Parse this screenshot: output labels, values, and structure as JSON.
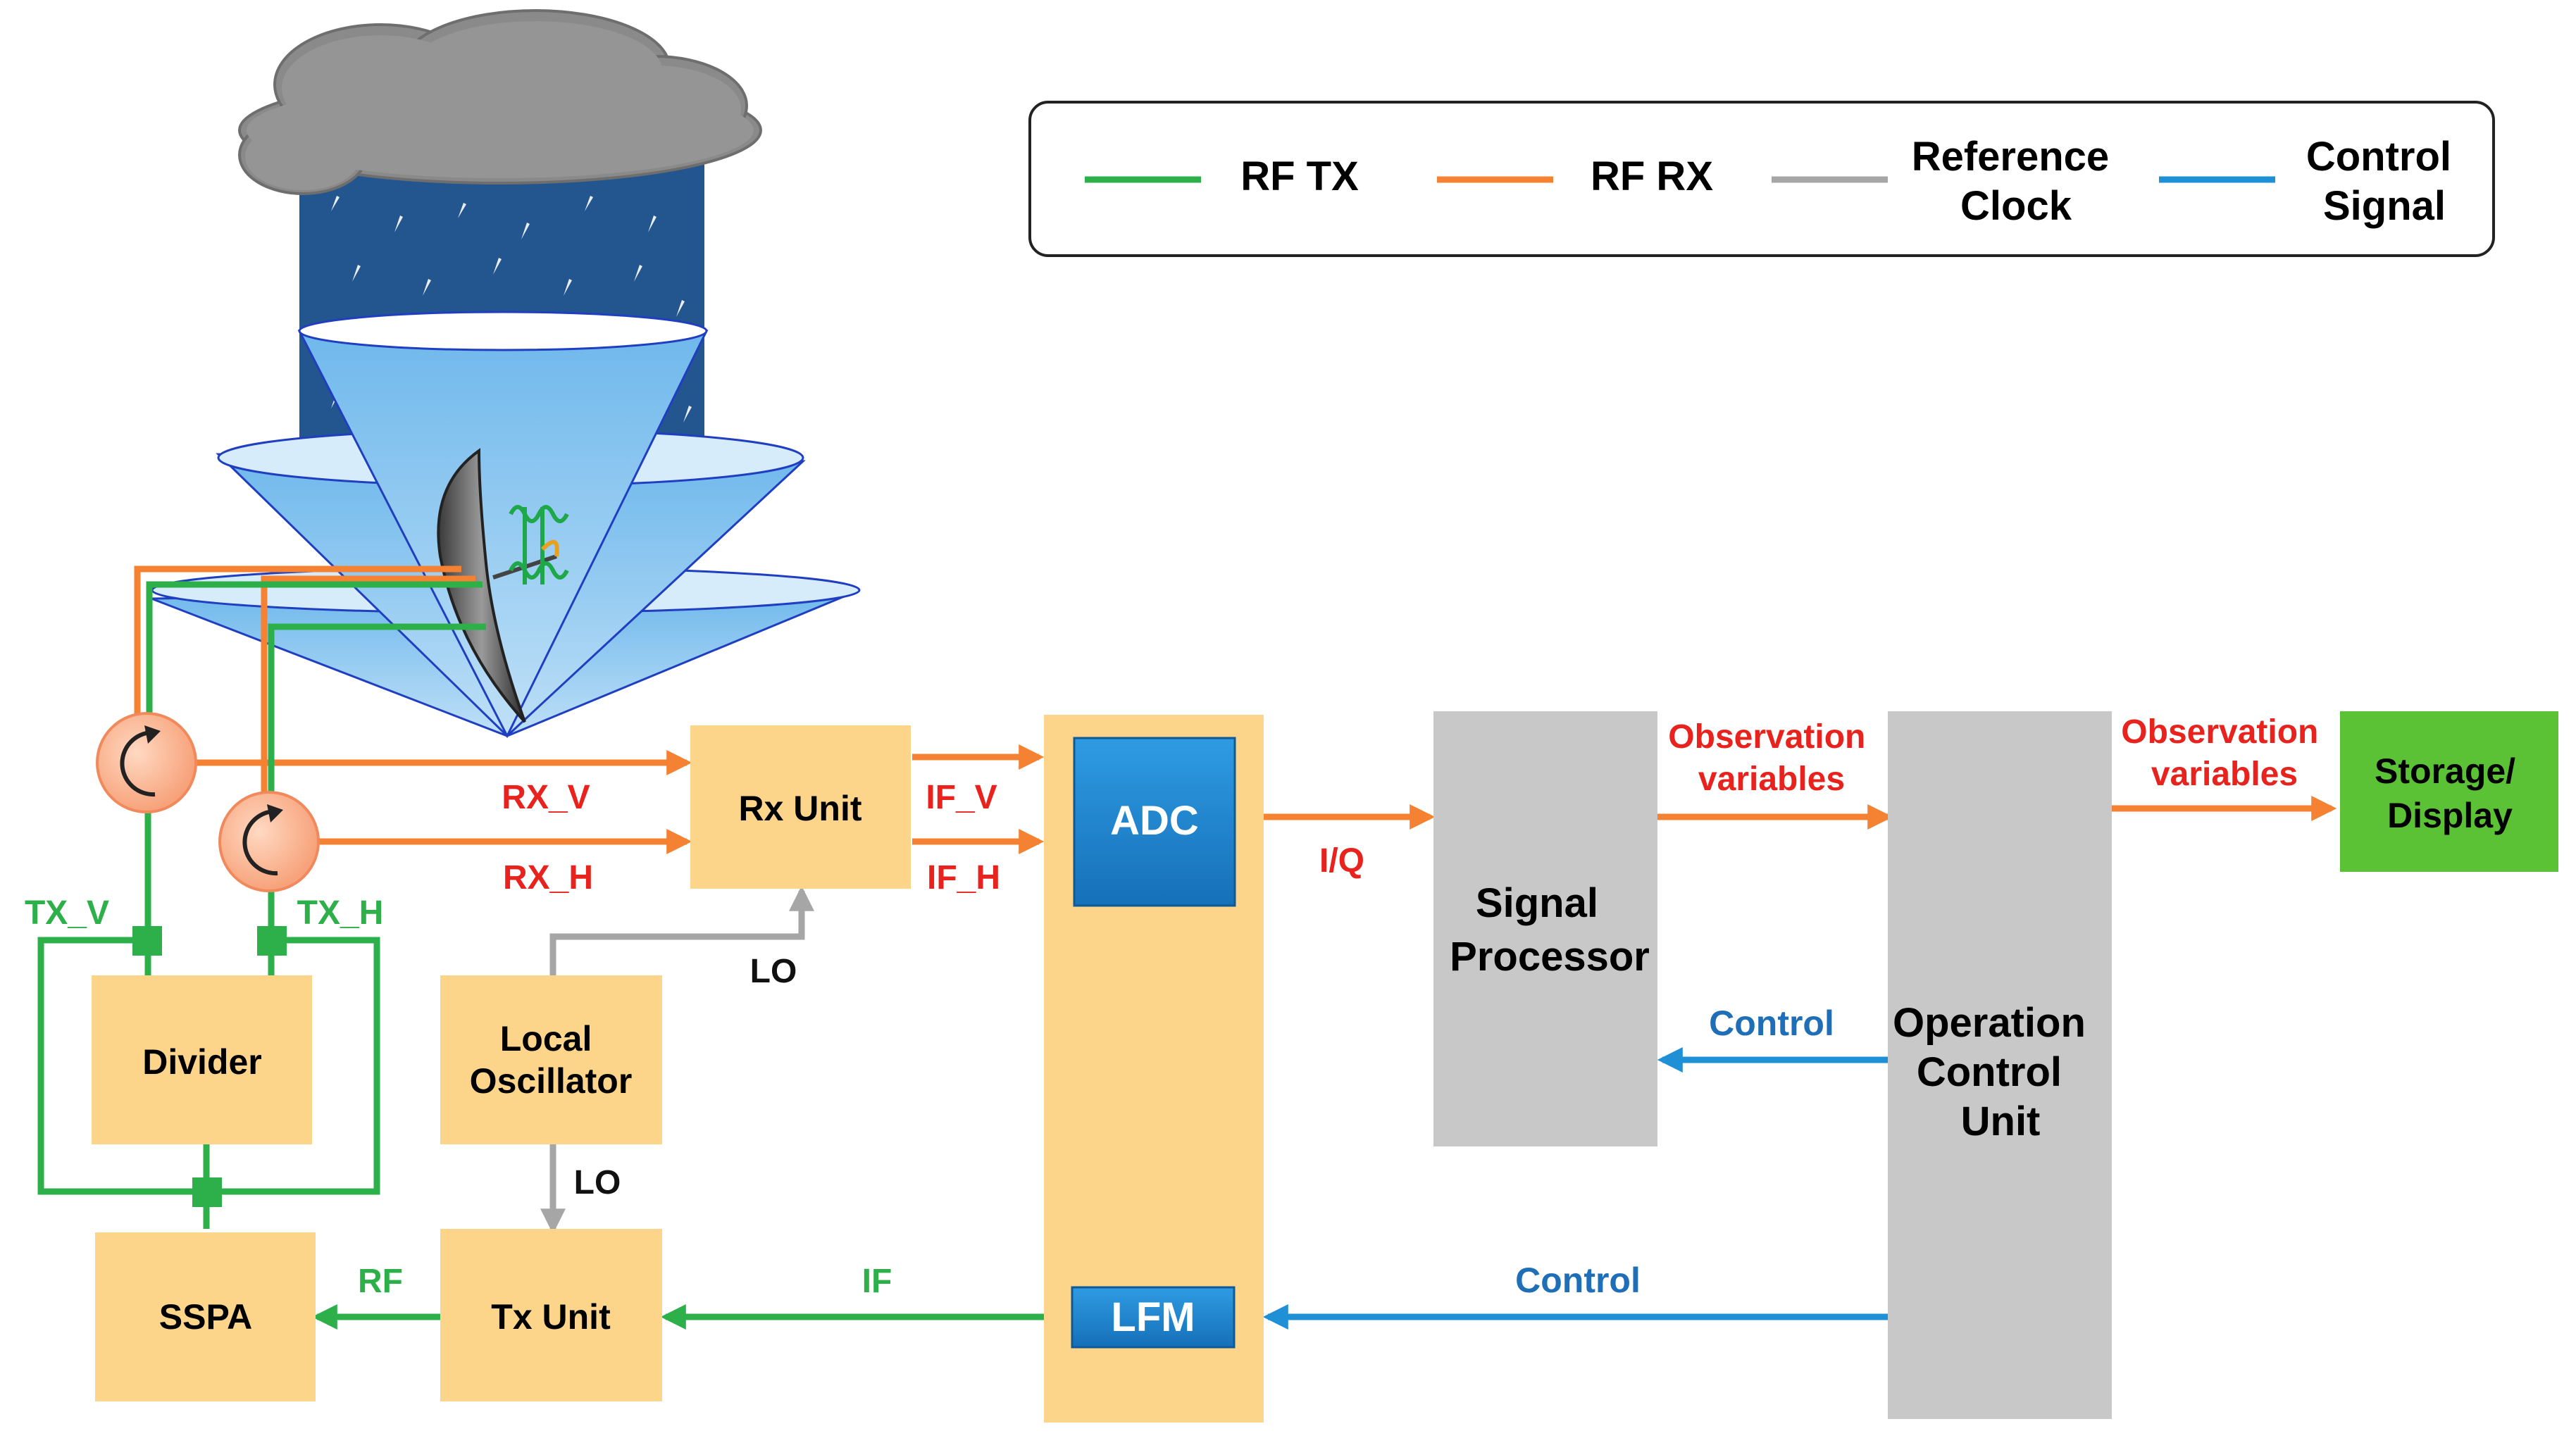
{
  "legend": {
    "items": [
      {
        "label": "RF TX",
        "color": "#2DB04A"
      },
      {
        "label": "RF RX",
        "color": "#F58232"
      },
      {
        "label": "Reference Clock",
        "label_lines": [
          "Reference",
          "Clock"
        ],
        "color": "#A6A6A6"
      },
      {
        "label": "Control Signal",
        "label_lines": [
          "Control",
          "Signal"
        ],
        "color": "#1F8FD6"
      }
    ]
  },
  "blocks": {
    "rx_unit": "Rx Unit",
    "divider": "Divider",
    "local_oscillator": [
      "Local",
      "Oscillator"
    ],
    "sspa": "SSPA",
    "tx_unit": "Tx Unit",
    "adc": "ADC",
    "lfm": "LFM",
    "signal_processor": [
      "Signal",
      "Processor"
    ],
    "operation_control_unit": [
      "Operation",
      "Control",
      "Unit"
    ],
    "storage_display": [
      "Storage/",
      "Display"
    ]
  },
  "signals": {
    "rx_v": "RX_V",
    "rx_h": "RX_H",
    "if_v": "IF_V",
    "if_h": "IF_H",
    "lo_rx": "LO",
    "lo_tx": "LO",
    "tx_v": "TX_V",
    "tx_h": "TX_H",
    "rf": "RF",
    "if_tx": "IF",
    "iq": "I/Q",
    "obs_vars_1": [
      "Observation",
      "variables"
    ],
    "obs_vars_2": [
      "Observation",
      "variables"
    ],
    "control_sp": "Control",
    "control_lfm": "Control"
  },
  "colors": {
    "rf_tx": "#2DB04A",
    "rf_rx": "#F58232",
    "ref_clock": "#A6A6A6",
    "control": "#1F8FD6",
    "block_fill": "#FDD58A",
    "processor_fill": "#C8C8C8",
    "adc_fill": "#1E88D0",
    "storage_fill": "#5BC236",
    "label_red": "#E8231D"
  },
  "icons": [
    "rain-cloud-icon",
    "radar-dish-icon",
    "circulator-icon"
  ]
}
